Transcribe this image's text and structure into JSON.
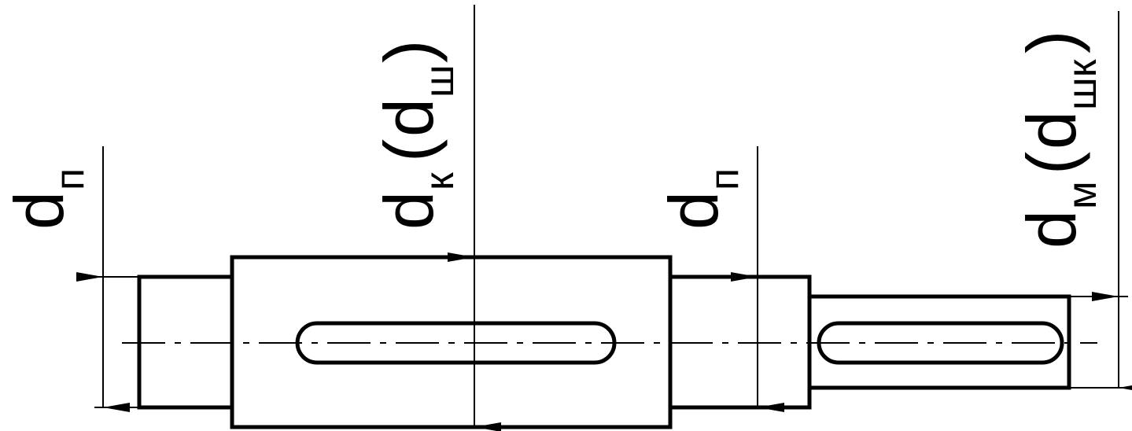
{
  "labels": {
    "d_p_left": {
      "main": "d",
      "sub": "п"
    },
    "d_k": {
      "main": "d",
      "sub": "к",
      "open": "(",
      "inner": "d",
      "inner_sub": "ш",
      "close": ")"
    },
    "d_p_right": {
      "main": "d",
      "sub": "п"
    },
    "d_m": {
      "main": "d",
      "sub": "м",
      "open": "(",
      "inner": "d",
      "inner_sub": "шк",
      "close": ")"
    }
  }
}
